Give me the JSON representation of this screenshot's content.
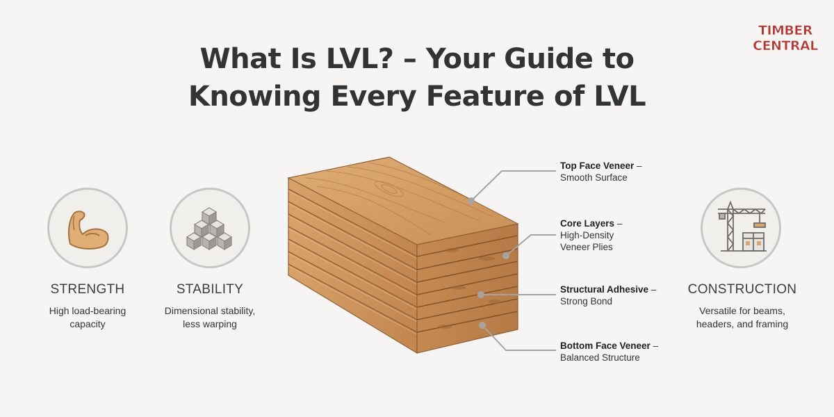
{
  "title": {
    "line1": "What Is LVL? – Your Guide to",
    "line2": "Knowing Every Feature of LVL"
  },
  "logo": {
    "line1": "TIMBER",
    "line2": "CENTRAL",
    "color": "#b9332b"
  },
  "features": [
    {
      "title": "STRENGTH",
      "desc1": "High load-bearing",
      "desc2": "capacity",
      "icon": "flexed-arm-icon"
    },
    {
      "title": "STABILITY",
      "desc1": "Dimensional stability,",
      "desc2": "less warping",
      "icon": "stacked-cubes-icon"
    },
    {
      "title": "CONSTRUCTION",
      "desc1": "Versatile for beams,",
      "desc2": "headers, and framing",
      "icon": "crane-building-icon"
    }
  ],
  "callouts": [
    {
      "label": "Top Face Veneer",
      "sep": " –",
      "desc1": "Smooth Surface",
      "desc2": ""
    },
    {
      "label": "Core Layers",
      "sep": " –",
      "desc1": "High-Density",
      "desc2": "Veneer Plies"
    },
    {
      "label": "Structural Adhesive",
      "sep": " –",
      "desc1": "Strong Bond",
      "desc2": ""
    },
    {
      "label": "Bottom Face Veneer",
      "sep": " –",
      "desc1": "Balanced Structure",
      "desc2": ""
    }
  ],
  "colors": {
    "background": "#f6f5f3",
    "wood_top": "#d9a56e",
    "wood_side": "#c88d55",
    "wood_end": "#b8794a",
    "circle_border": "#c8c6c3"
  }
}
